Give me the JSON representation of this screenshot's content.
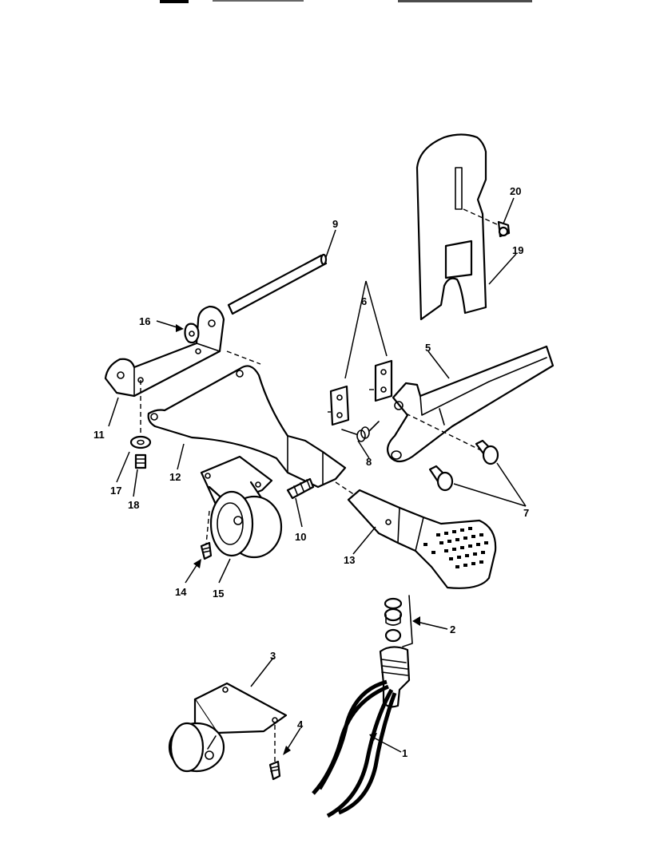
{
  "header": {
    "left_mark": "████",
    "center_text": "······",
    "right_text": "········ · ··"
  },
  "callouts": [
    {
      "id": "1",
      "label": "1"
    },
    {
      "id": "2",
      "label": "2"
    },
    {
      "id": "3",
      "label": "3"
    },
    {
      "id": "4",
      "label": "4"
    },
    {
      "id": "5",
      "label": "5"
    },
    {
      "id": "6",
      "label": "6"
    },
    {
      "id": "7",
      "label": "7"
    },
    {
      "id": "8",
      "label": "8"
    },
    {
      "id": "9",
      "label": "9"
    },
    {
      "id": "10",
      "label": "10"
    },
    {
      "id": "11",
      "label": "11"
    },
    {
      "id": "12",
      "label": "12"
    },
    {
      "id": "13",
      "label": "13"
    },
    {
      "id": "14",
      "label": "14"
    },
    {
      "id": "15",
      "label": "15"
    },
    {
      "id": "16",
      "label": "16"
    },
    {
      "id": "17",
      "label": "17"
    },
    {
      "id": "18",
      "label": "18"
    },
    {
      "id": "19",
      "label": "19"
    },
    {
      "id": "20",
      "label": "20"
    }
  ]
}
